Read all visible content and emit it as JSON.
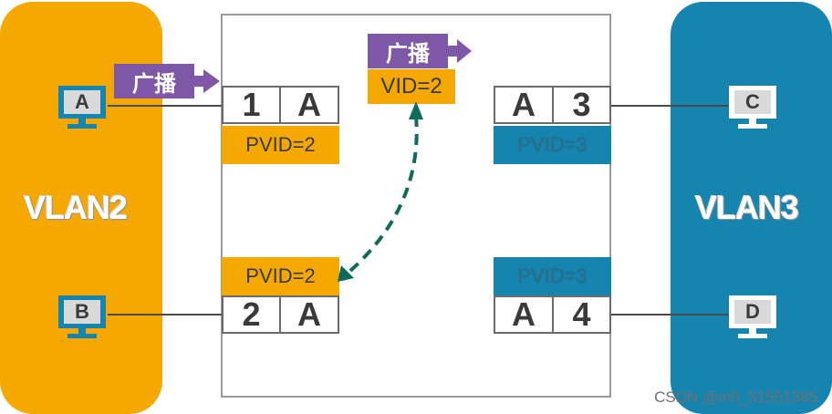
{
  "vlans": [
    {
      "label": "VLAN2",
      "color": "#F5A800"
    },
    {
      "label": "VLAN3",
      "color": "#1584AE"
    }
  ],
  "hosts": {
    "a": "A",
    "b": "B",
    "c": "C",
    "d": "D"
  },
  "ports": {
    "p1": {
      "number": "1",
      "mac": "A",
      "pvid": "PVID=2"
    },
    "p2": {
      "number": "2",
      "mac": "A",
      "pvid": "PVID=2"
    },
    "p3": {
      "number": "3",
      "mac": "A",
      "pvid": "PVID=3"
    },
    "p4": {
      "number": "4",
      "mac": "A",
      "pvid": "PVID=3"
    }
  },
  "frame": {
    "broadcast_left": "广播",
    "broadcast_top": "广播",
    "vid": "VID=2"
  },
  "colors": {
    "broadcast": "#7E57A8",
    "arrow": "#0E6B5A",
    "orange": "#F5A800",
    "blue": "#1584AE"
  },
  "footer": "CSDN @m0_51551385"
}
